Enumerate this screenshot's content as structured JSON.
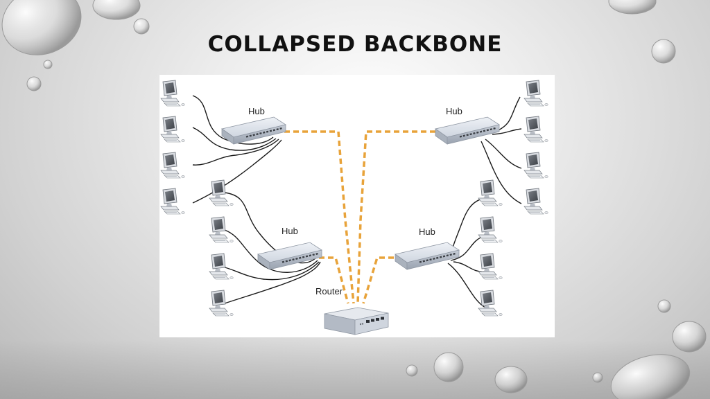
{
  "slide": {
    "title": "COLLAPSED BACKBONE"
  },
  "diagram": {
    "hub_label": "Hub",
    "router_label": "Router"
  },
  "colors": {
    "backbone_link": "#e8a33a",
    "hub_body": "#dfe4ec",
    "cable": "#1a1a1a"
  }
}
